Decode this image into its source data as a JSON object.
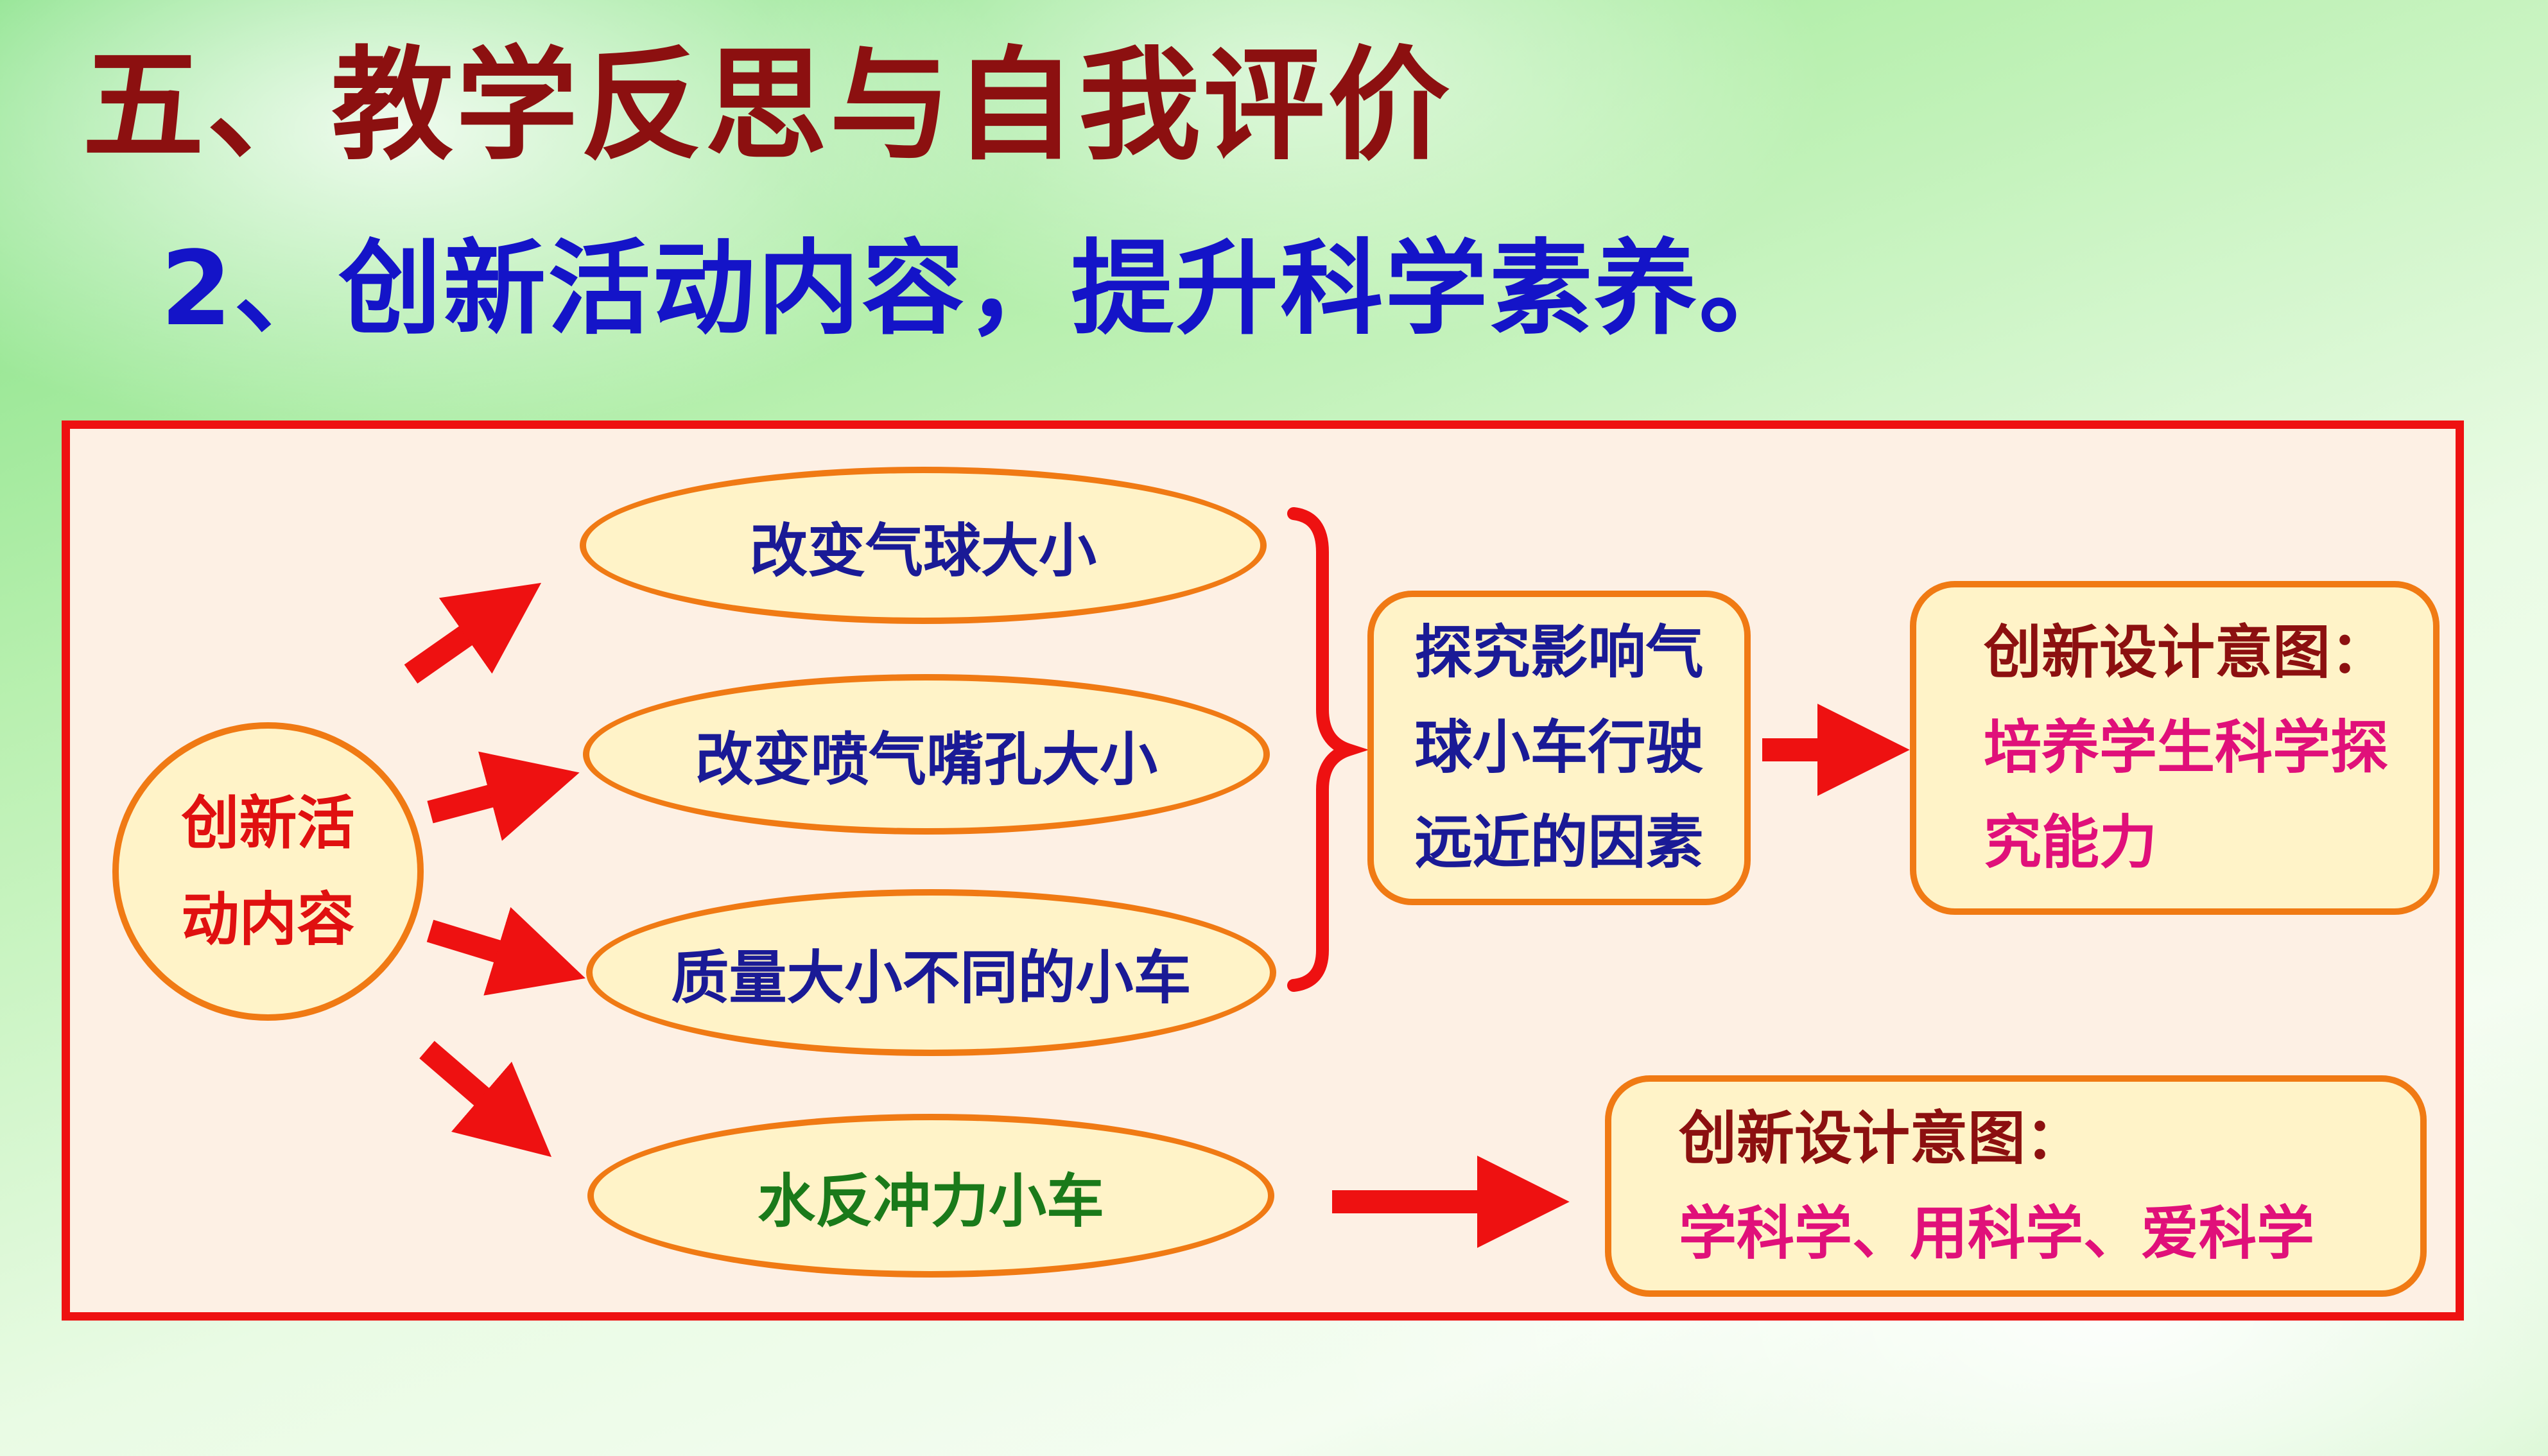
{
  "header": {
    "title": "五、教学反思与自我评价",
    "subtitle": "2、创新活动内容，提升科学素养。"
  },
  "diagram": {
    "center": {
      "line1": "创新活",
      "line2": "动内容"
    },
    "activities": [
      {
        "label": "改变气球大小"
      },
      {
        "label": "改变喷气嘴孔大小"
      },
      {
        "label": "质量大小不同的小车"
      },
      {
        "label": "水反冲力小车"
      }
    ],
    "inquiry_box": {
      "line1": "探究影响气",
      "line2": "球小车行驶",
      "line3": "远近的因素"
    },
    "intent_1": {
      "label": "创新设计意图：",
      "line1": "培养学生科学探",
      "line2": "究能力"
    },
    "intent_2": {
      "label": "创新设计意图：",
      "value": "学科学、用科学、爱科学"
    }
  },
  "colors": {
    "title": "#8c1010",
    "subtitle": "#1414c8",
    "panel_border": "#ee1111",
    "shape_border": "#f07a14",
    "shape_fill": "#fff3c8",
    "arrow": "#ee1111",
    "activity_text": "#1a1a96",
    "water_text": "#1a7a1a",
    "intent_value": "#e0107a"
  }
}
